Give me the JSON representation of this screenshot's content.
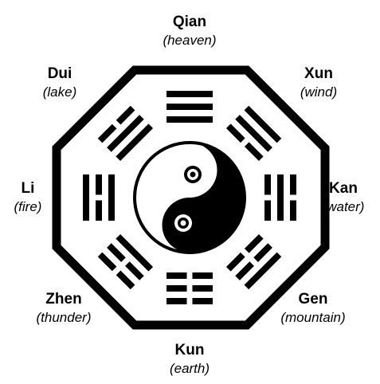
{
  "colors": {
    "ink": "#000000",
    "paper": "#ffffff"
  },
  "trigrams": [
    {
      "id": "qian",
      "name": "Qian",
      "meaning": "(heaven)",
      "lines": [
        "solid",
        "solid",
        "solid"
      ]
    },
    {
      "id": "xun",
      "name": "Xun",
      "meaning": "(wind)",
      "lines": [
        "solid",
        "solid",
        "broken"
      ]
    },
    {
      "id": "kan",
      "name": "Kan",
      "meaning": "(water)",
      "lines": [
        "broken",
        "solid",
        "broken"
      ]
    },
    {
      "id": "gen",
      "name": "Gen",
      "meaning": "(mountain)",
      "lines": [
        "solid",
        "broken",
        "broken"
      ]
    },
    {
      "id": "kun",
      "name": "Kun",
      "meaning": "(earth)",
      "lines": [
        "broken",
        "broken",
        "broken"
      ]
    },
    {
      "id": "zhen",
      "name": "Zhen",
      "meaning": "(thunder)",
      "lines": [
        "broken",
        "broken",
        "solid"
      ]
    },
    {
      "id": "li",
      "name": "Li",
      "meaning": "(fire)",
      "lines": [
        "solid",
        "broken",
        "solid"
      ]
    },
    {
      "id": "dui",
      "name": "Dui",
      "meaning": "(lake)",
      "lines": [
        "broken",
        "solid",
        "solid"
      ]
    }
  ]
}
